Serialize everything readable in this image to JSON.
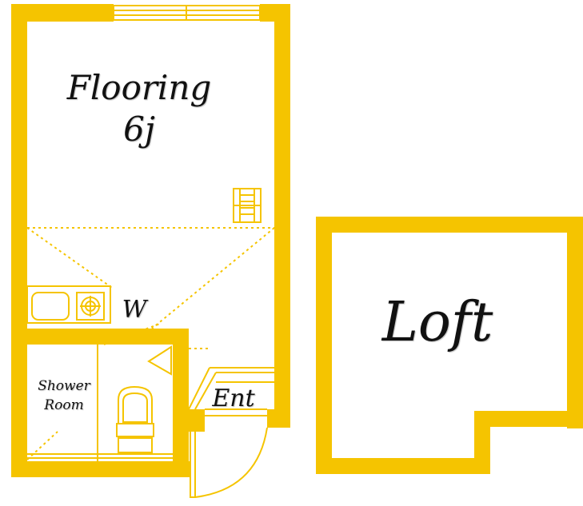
{
  "colors": {
    "wall": "#F5C400",
    "ink": "#111111",
    "background": "#ffffff"
  },
  "rooms": {
    "flooring": {
      "name": "Flooring",
      "size": "6j"
    },
    "loft": {
      "name": "Loft"
    },
    "shower": {
      "line1": "Shower",
      "line2": "Room"
    },
    "washer": {
      "label": "W"
    },
    "entrance": {
      "label": "Ent"
    }
  },
  "fixtures": {
    "ladder": "ladder-icon",
    "sink": "sink-icon",
    "stove": "gas-burner-icon",
    "toilet": "toilet-icon"
  }
}
